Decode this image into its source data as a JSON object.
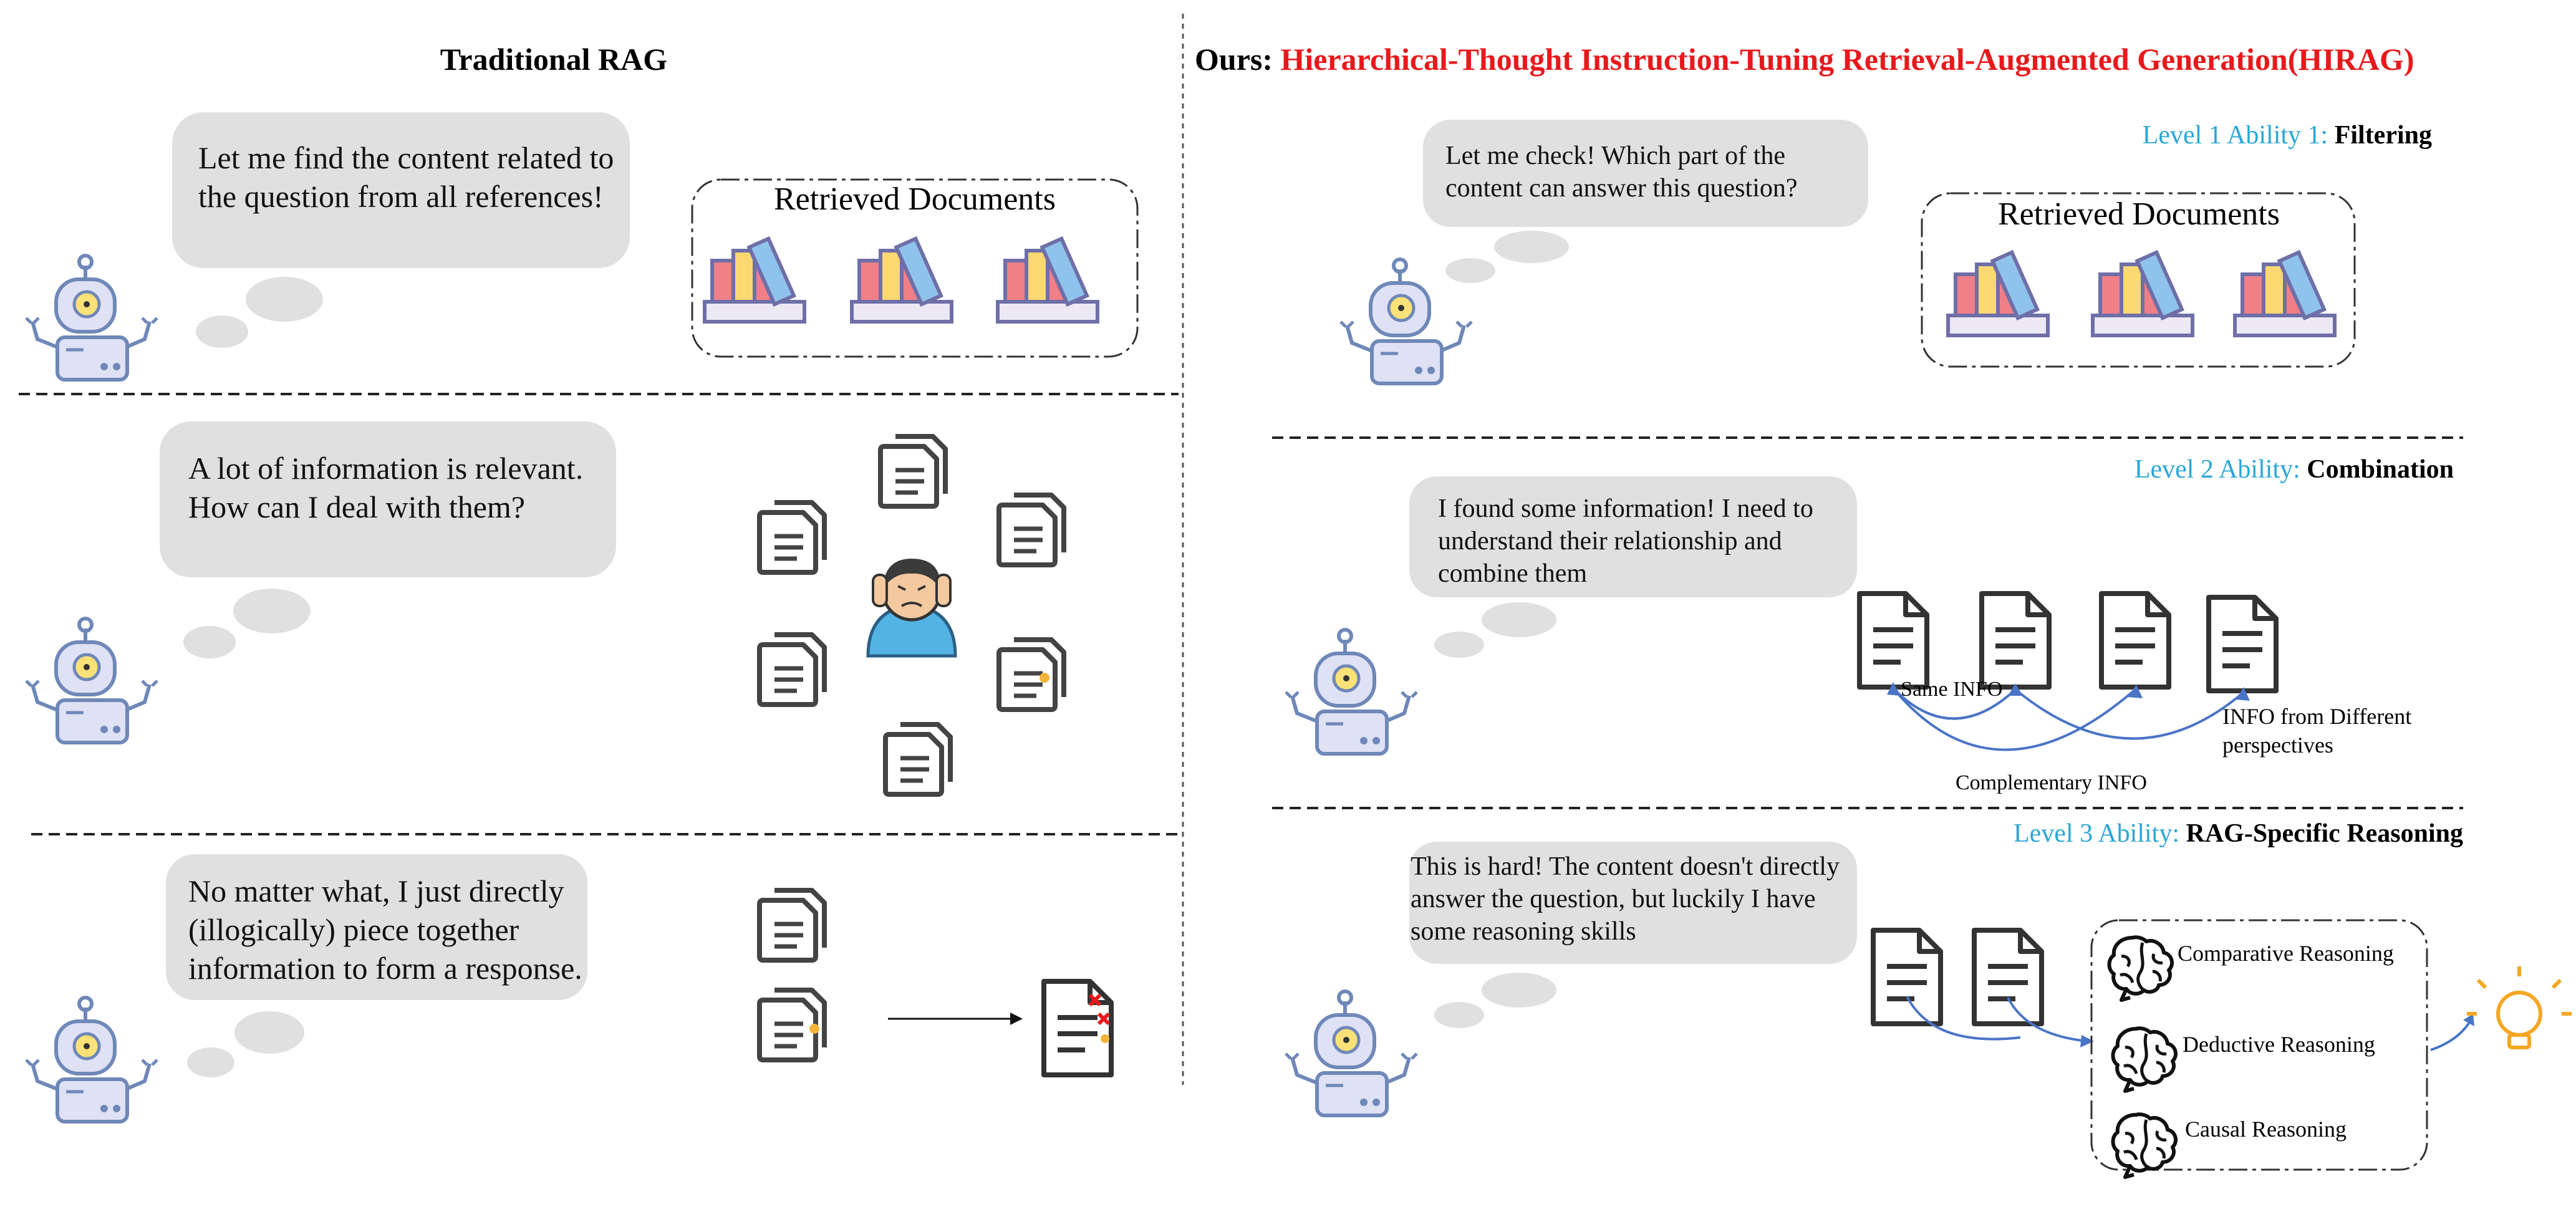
{
  "left": {
    "title": "Traditional RAG",
    "panel1": {
      "speech": "Let me find the content related to the question from all references!",
      "box_title": "Retrieved Documents"
    },
    "panel2": {
      "speech": "A lot of information is relevant. How can I deal with them?"
    },
    "panel3": {
      "speech": "No matter what, I just directly (illogically) piece together information to form a response."
    }
  },
  "right": {
    "title_prefix": "Ours: ",
    "title_main": "Hierarchical-Thought Instruction-Tuning Retrieval-Augmented Generation(HIRAG)",
    "level1": {
      "level": "Level 1 Ability 1: ",
      "ability": "Filtering",
      "speech": "Let me check! Which part of the content can answer this question?",
      "box_title": "Retrieved Documents"
    },
    "level2": {
      "level": "Level 2 Ability: ",
      "ability": "Combination",
      "speech": "I found some information! I need to understand their relationship and combine them",
      "label_same": "Same INFO",
      "label_complementary": "Complementary INFO",
      "label_different": "INFO from Different perspectives"
    },
    "level3": {
      "level": "Level 3 Ability: ",
      "ability": "RAG-Specific Reasoning",
      "speech": "This is hard! The content doesn't directly answer the question, but luckily I have some reasoning skills",
      "reasoning": [
        "Comparative Reasoning",
        "Deductive Reasoning",
        "Causal Reasoning"
      ]
    }
  },
  "colors": {
    "title_red": "#e8191c",
    "level_blue": "#2aa6d6",
    "bubble_gray": "#e0e0e0",
    "arrow_blue": "#4a74c6",
    "robot_blue": "#6f88b8",
    "book_red": "#f07f87",
    "book_yellow": "#fbd872",
    "book_blue": "#8fc3ec",
    "bulb_orange": "#f5a623"
  },
  "icons": [
    "robot-icon",
    "book-stack-icon",
    "document-icon",
    "copy-document-icon",
    "stressed-person-icon",
    "wrong-document-icon",
    "brain-icon",
    "lightbulb-icon"
  ]
}
